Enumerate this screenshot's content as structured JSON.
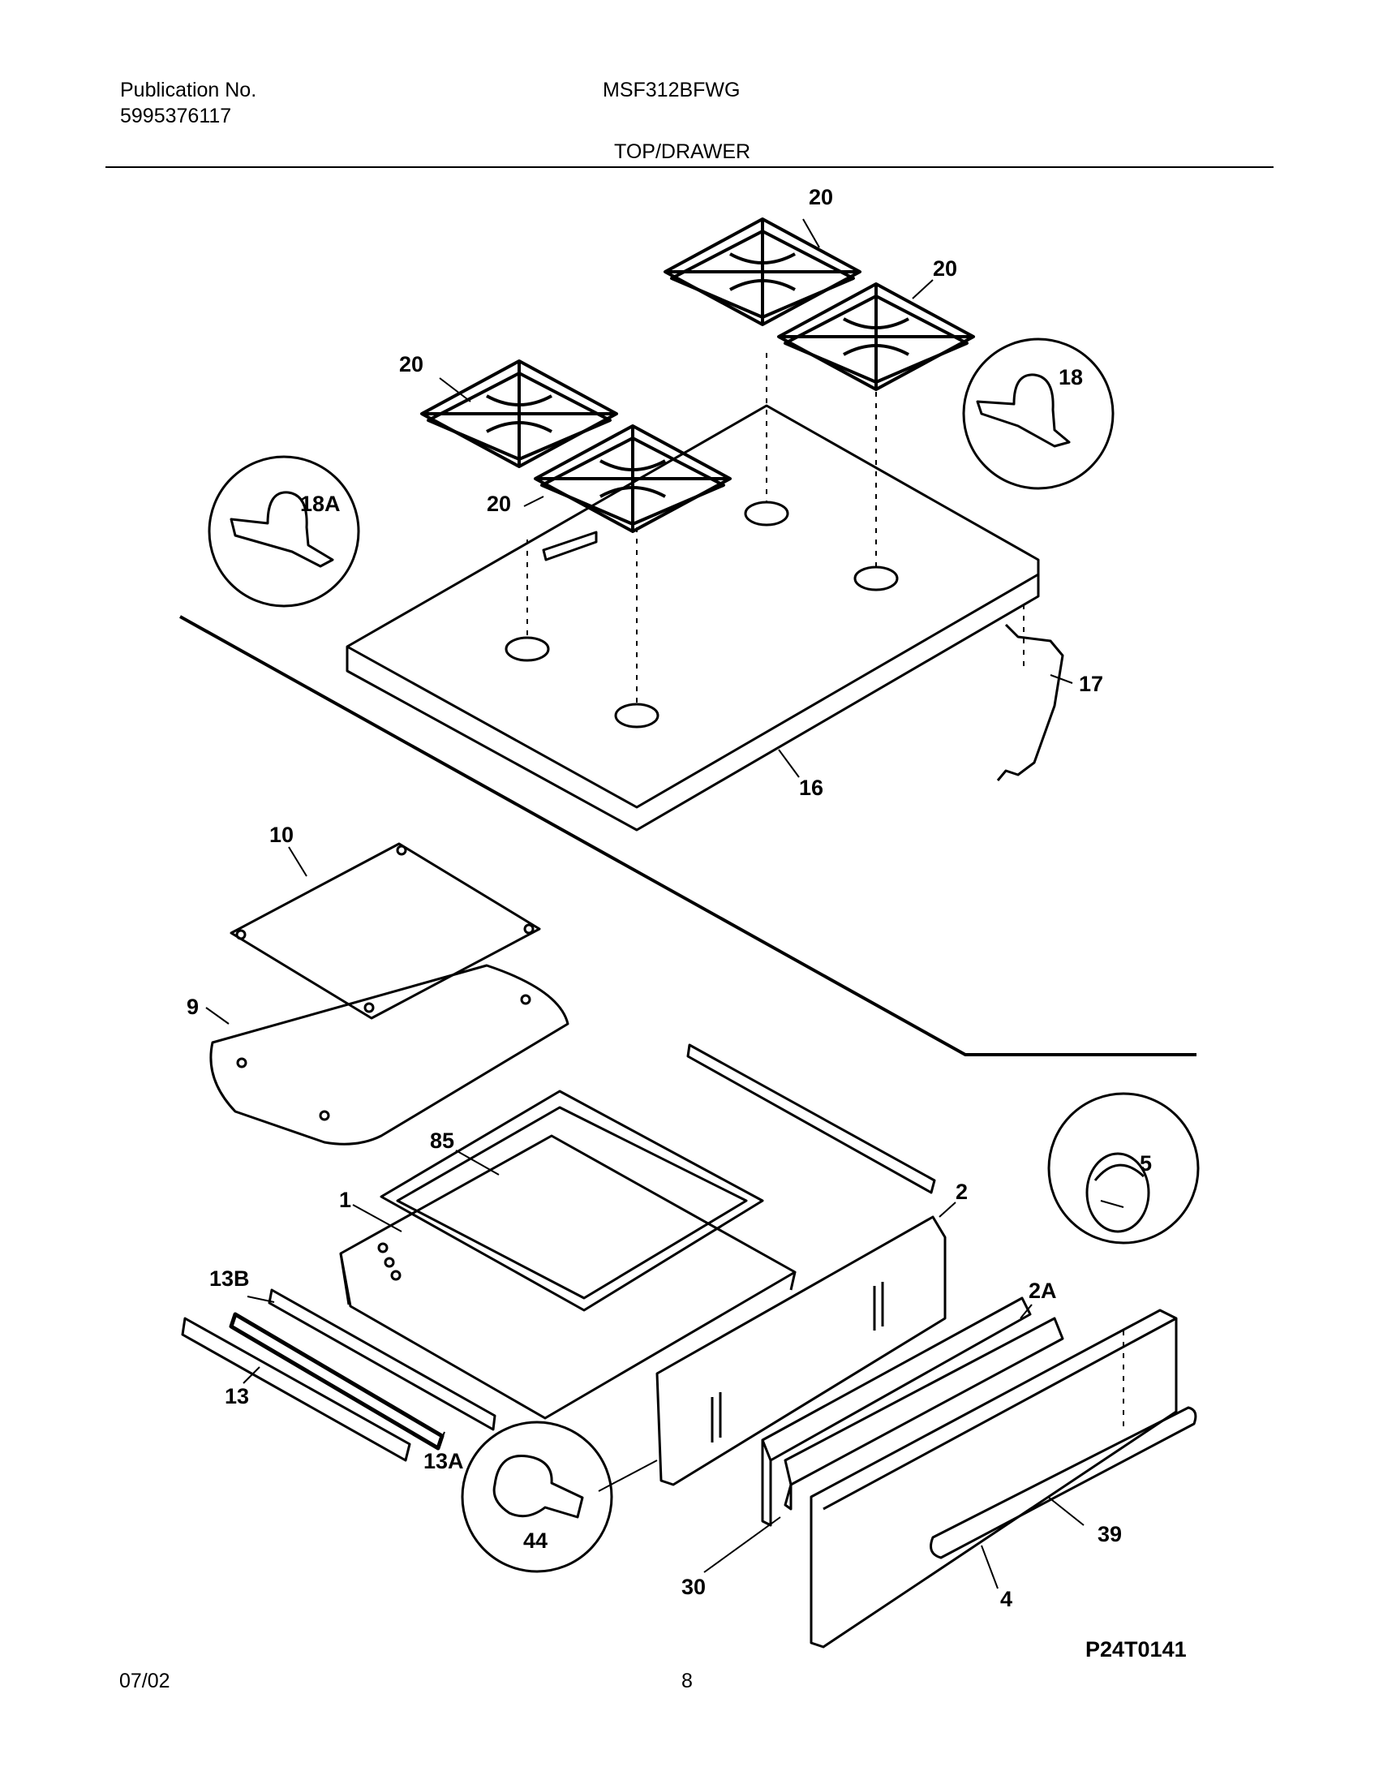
{
  "header": {
    "publication_label": "Publication No.",
    "publication_number": "5995376117",
    "model": "MSF312BFWG",
    "section_title": "TOP/DRAWER"
  },
  "footer": {
    "date": "07/02",
    "page": "8"
  },
  "figure_code": "P24T0141",
  "callouts": {
    "grate_back_left": "20",
    "grate_back_right": "20",
    "grate_front_left": "20",
    "grate_front_right": "20",
    "bracket_right": "18",
    "bracket_left": "18A",
    "wire_support": "17",
    "maintop": "16",
    "insulation_top": "10",
    "insulation_bottom": "9",
    "drawer_rack": "85",
    "drawer_body": "1",
    "rail_back": "13B",
    "rail_left": "13",
    "rail_inner": "13A",
    "drawer_front": "2",
    "drawer_panel_trim": "2A",
    "bumper": "5",
    "clip": "44",
    "front_insulation": "30",
    "handle": "39",
    "front_panel": "4"
  }
}
